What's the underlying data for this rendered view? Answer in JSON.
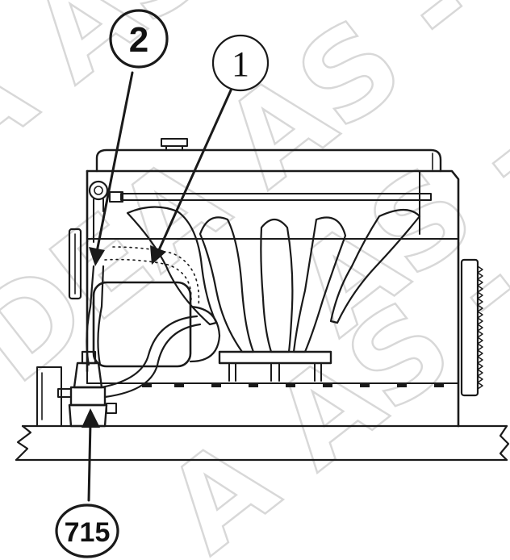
{
  "callouts": [
    {
      "id": "callout-2",
      "label": "2"
    },
    {
      "id": "callout-1",
      "label": "1"
    },
    {
      "id": "callout-715",
      "label": "715"
    }
  ],
  "watermark": {
    "line_1": "A AS - D",
    "line_2": "DEA AS - DE",
    "line_3": "A AS - DE",
    "line_4": "AS - DE"
  },
  "colors": {
    "ink": "#1a1a1a",
    "paper": "#ffffff",
    "watermark": "#d8d8d8"
  }
}
